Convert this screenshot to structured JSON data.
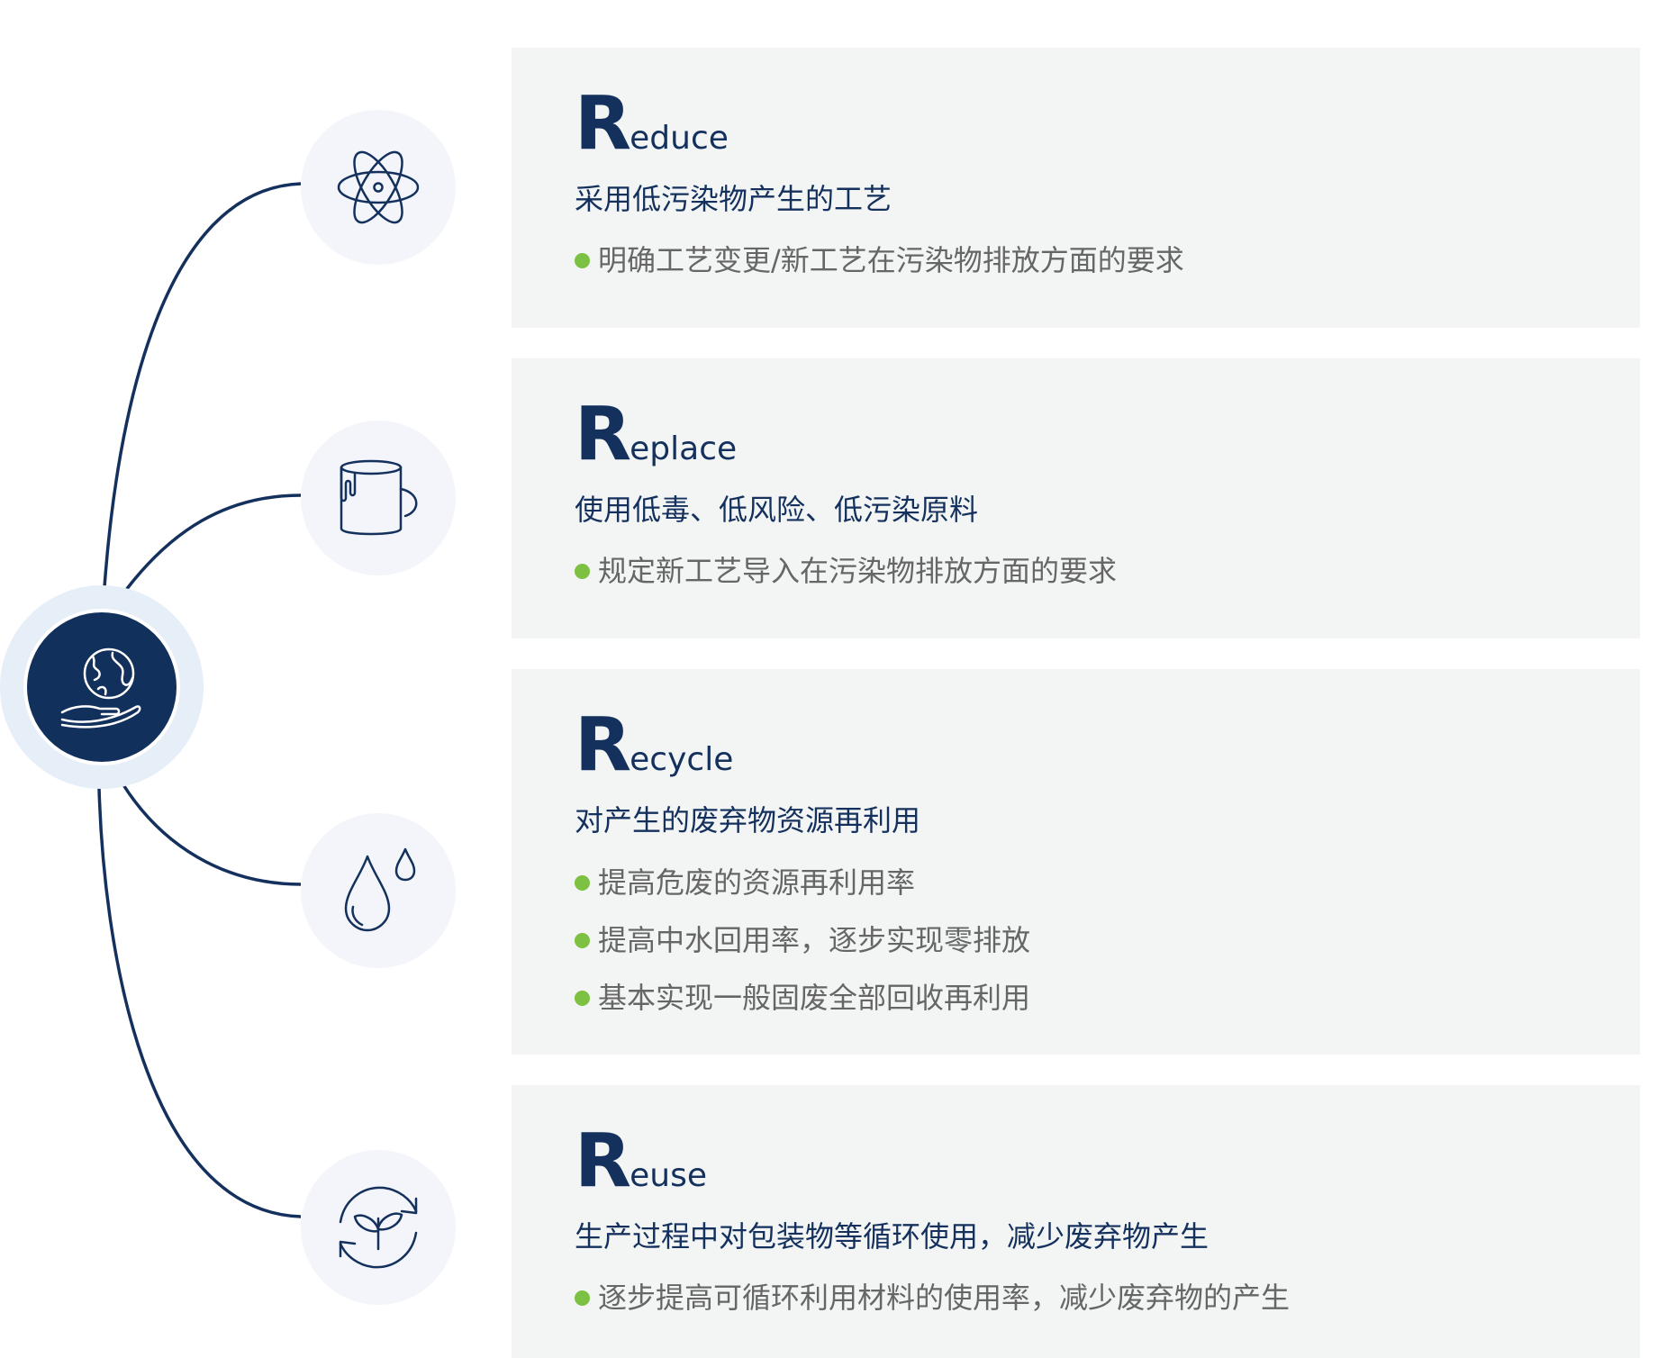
{
  "accent_navy": "#14305d",
  "bullet_color": "#7cc142",
  "hub": {
    "icon": "globe-in-hand-icon"
  },
  "items": [
    {
      "icon": "atom-icon",
      "title_letter": "R",
      "title_rest": "educe",
      "subtitle": "采用低污染物产生的工艺",
      "bullets": [
        "明确工艺变更/新工艺在污染物排放方面的要求"
      ]
    },
    {
      "icon": "paint-bucket-icon",
      "title_letter": "R",
      "title_rest": "eplace",
      "subtitle": "使用低毒、低风险、低污染原料",
      "bullets": [
        "规定新工艺导入在污染物排放方面的要求"
      ]
    },
    {
      "icon": "water-drops-icon",
      "title_letter": "R",
      "title_rest": "ecycle",
      "subtitle": "对产生的废弃物资源再利用",
      "bullets": [
        "提高危废的资源再利用率",
        "提高中水回用率，逐步实现零排放",
        "基本实现一般固废全部回收再利用"
      ]
    },
    {
      "icon": "recycle-leaf-icon",
      "title_letter": "R",
      "title_rest": "euse",
      "subtitle": "生产过程中对包装物等循环使用，减少废弃物产生",
      "bullets": [
        "逐步提高可循环利用材料的使用率，减少废弃物的产生"
      ]
    }
  ]
}
